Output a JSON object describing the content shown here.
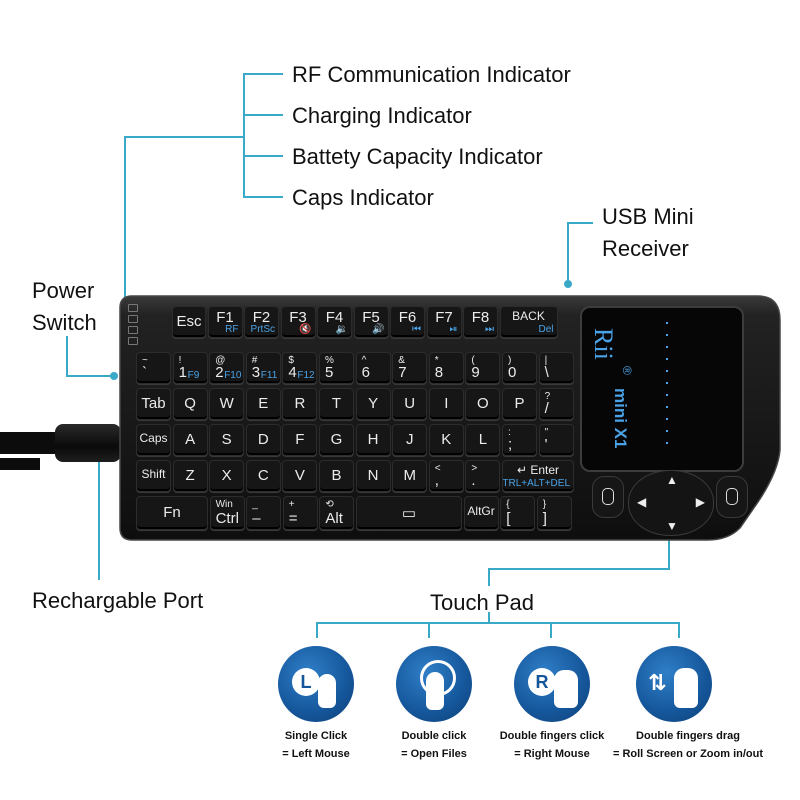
{
  "callouts": {
    "rf": "RF Communication Indicator",
    "charging": "Charging Indicator",
    "battery": "Battety Capacity Indicator",
    "caps": "Caps Indicator",
    "usb_line1": "USB Mini",
    "usb_line2": "Receiver",
    "power_line1": "Power",
    "power_line2": "Switch",
    "port": "Rechargable Port",
    "touchpad": "Touch Pad"
  },
  "brand": {
    "logo": "Rii",
    "model": "mini X1",
    "reg": "®"
  },
  "keys": {
    "row1": [
      {
        "main": "Esc"
      },
      {
        "main": "F1",
        "sub": "RF"
      },
      {
        "main": "F2",
        "sub": "PrtSc"
      },
      {
        "main": "F3",
        "sub": "🔇"
      },
      {
        "main": "F4",
        "sub": "🔉"
      },
      {
        "main": "F5",
        "sub": "🔊"
      },
      {
        "main": "F6",
        "sub": "⏮"
      },
      {
        "main": "F7",
        "sub": "⏯"
      },
      {
        "main": "F8",
        "sub": "⏭"
      },
      {
        "main": "BACK",
        "sub": "Del"
      }
    ],
    "row2": [
      {
        "top": "~",
        "main": "`"
      },
      {
        "top": "!",
        "main": "1",
        "sub": "F9"
      },
      {
        "top": "@",
        "main": "2",
        "sub": "F10"
      },
      {
        "top": "#",
        "main": "3",
        "sub": "F11"
      },
      {
        "top": "$",
        "main": "4",
        "sub": "F12"
      },
      {
        "top": "%",
        "main": "5"
      },
      {
        "top": "^",
        "main": "6"
      },
      {
        "top": "&",
        "main": "7"
      },
      {
        "top": "*",
        "main": "8"
      },
      {
        "top": "(",
        "main": "9"
      },
      {
        "top": ")",
        "main": "0"
      },
      {
        "top": "|",
        "main": "\\"
      }
    ],
    "row3": [
      {
        "main": "Tab"
      },
      {
        "main": "Q"
      },
      {
        "main": "W"
      },
      {
        "main": "E"
      },
      {
        "main": "R"
      },
      {
        "main": "T"
      },
      {
        "main": "Y"
      },
      {
        "main": "U"
      },
      {
        "main": "I"
      },
      {
        "main": "O"
      },
      {
        "main": "P"
      },
      {
        "top": "?",
        "main": "/"
      }
    ],
    "row4": [
      {
        "main": "Caps"
      },
      {
        "main": "A"
      },
      {
        "main": "S"
      },
      {
        "main": "D"
      },
      {
        "main": "F"
      },
      {
        "main": "G"
      },
      {
        "main": "H"
      },
      {
        "main": "J"
      },
      {
        "main": "K"
      },
      {
        "main": "L"
      },
      {
        "top": ":",
        "main": ";"
      },
      {
        "top": "\"",
        "main": "'"
      }
    ],
    "row5": [
      {
        "main": "Shift"
      },
      {
        "main": "Z"
      },
      {
        "main": "X"
      },
      {
        "main": "C"
      },
      {
        "main": "V"
      },
      {
        "main": "B"
      },
      {
        "main": "N"
      },
      {
        "main": "M"
      },
      {
        "top": "<",
        "main": ","
      },
      {
        "top": ">",
        "main": "."
      },
      {
        "main": "↵ Enter",
        "sub": "CTRL+ALT+DEL"
      }
    ],
    "row6": [
      {
        "main": "Fn"
      },
      {
        "top": "Win",
        "main": "Ctrl"
      },
      {
        "top": "_",
        "main": "–"
      },
      {
        "top": "+",
        "main": "="
      },
      {
        "top": "⟲",
        "main": "Alt"
      },
      {
        "main": "▭"
      },
      {
        "main": "AltGr"
      },
      {
        "top": "{",
        "main": "["
      },
      {
        "top": "}",
        "main": "]"
      }
    ]
  },
  "gestures": [
    {
      "letter": "L",
      "line1": "Single Click",
      "line2": "= Left  Mouse"
    },
    {
      "letter": "",
      "line1": "Double click",
      "line2": "= Open Files"
    },
    {
      "letter": "R",
      "line1": "Double fingers click",
      "line2": "= Right Mouse"
    },
    {
      "letter": "⇅",
      "line1": "Double fingers drag",
      "line2": "= Roll Screen or Zoom in/out"
    }
  ]
}
